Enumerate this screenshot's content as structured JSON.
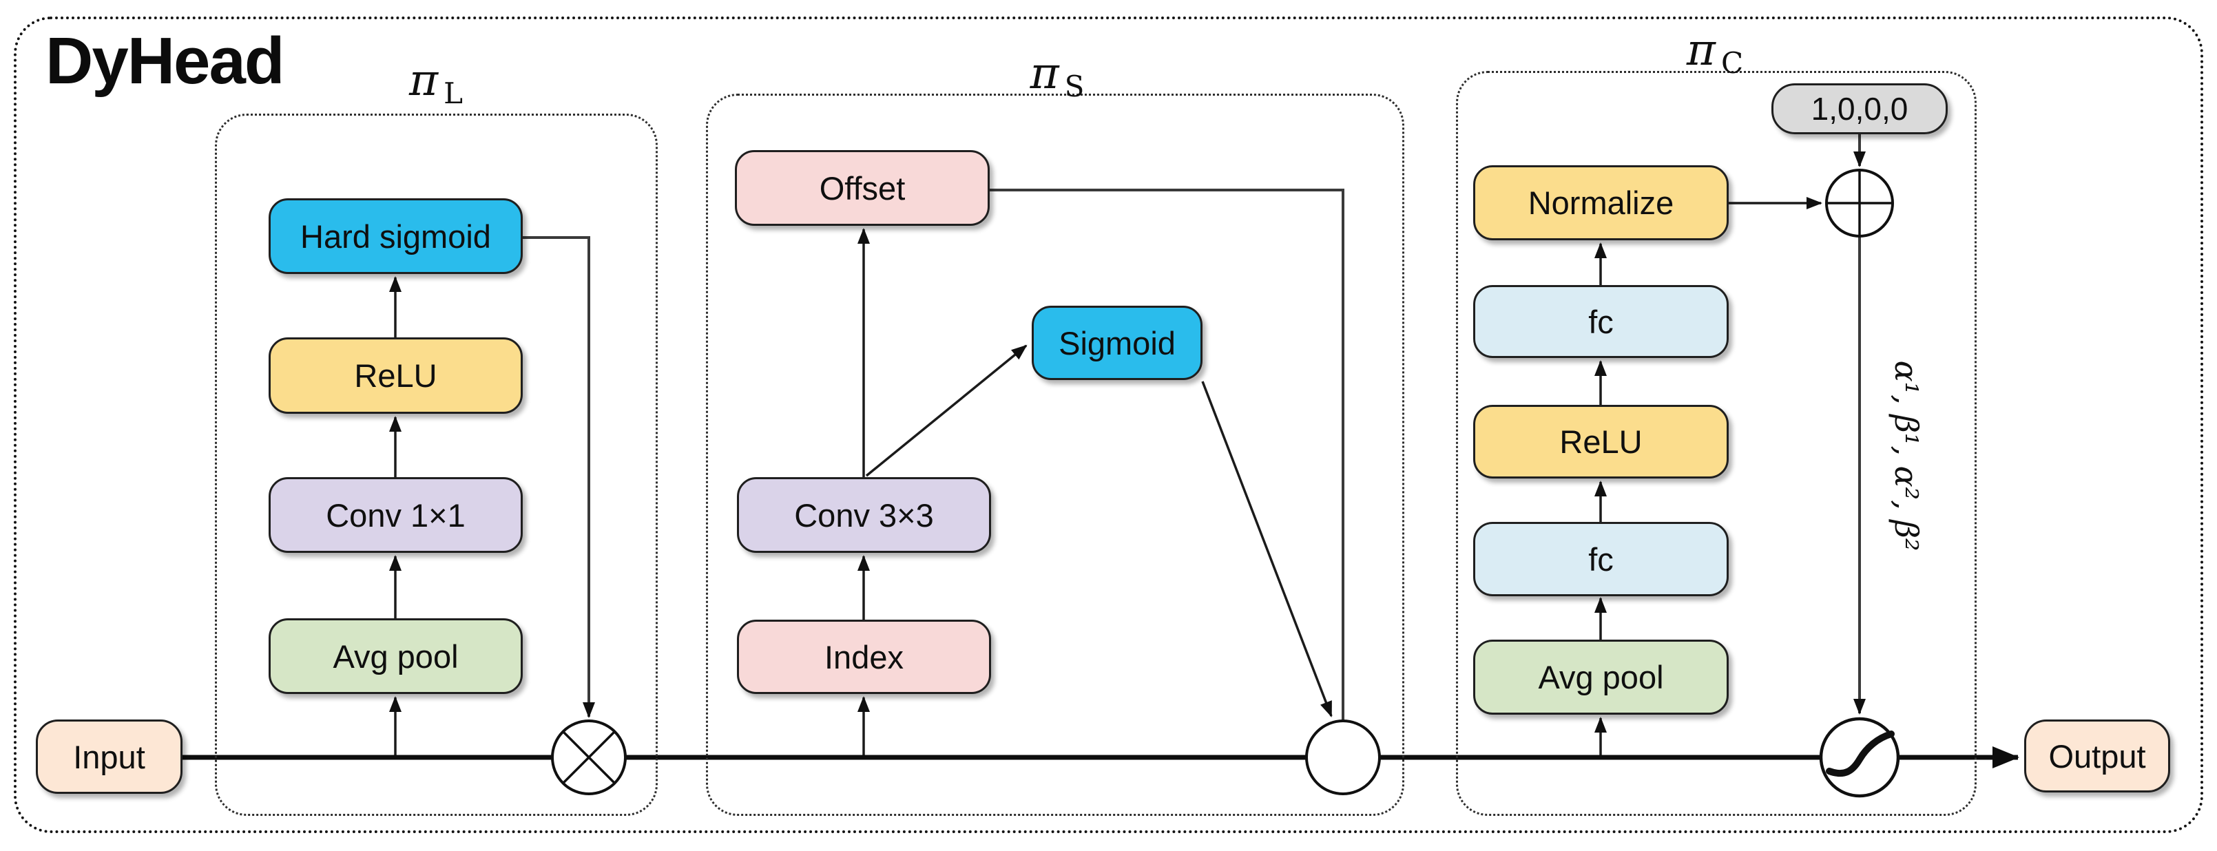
{
  "title": "DyHead",
  "palette": {
    "cyan": "#2abcec",
    "yellow": "#fbdd8d",
    "purple": "#dad3e9",
    "green": "#d6e6c6",
    "pink": "#f8d9d8",
    "peach": "#fde7d5",
    "light_blue": "#daecf4",
    "gray": "#dadada",
    "line": "#1b1b1b"
  },
  "branches": {
    "pi_L": {
      "symbol": "π",
      "subscript": "L",
      "blocks": {
        "hard_sigmoid": "Hard sigmoid",
        "relu": "ReLU",
        "conv": "Conv 1×1",
        "avg_pool": "Avg pool"
      }
    },
    "pi_S": {
      "symbol": "π",
      "subscript": "S",
      "blocks": {
        "offset": "Offset",
        "sigmoid": "Sigmoid",
        "conv": "Conv 3×3",
        "index": "Index"
      }
    },
    "pi_C": {
      "symbol": "π",
      "subscript": "C",
      "blocks": {
        "init_vector": "1,0,0,0",
        "normalize": "Normalize",
        "fc_top": "fc",
        "relu": "ReLU",
        "fc_bottom": "fc",
        "avg_pool": "Avg pool"
      },
      "coefficients": "α¹, β¹, α², β²"
    }
  },
  "io": {
    "input": "Input",
    "output": "Output"
  },
  "operators": {
    "multiply_icon": "circle-multiply",
    "aggregate_icon": "circle-junction",
    "add_icon": "circle-plus",
    "activation_icon": "circle-sigmoid-curve"
  }
}
